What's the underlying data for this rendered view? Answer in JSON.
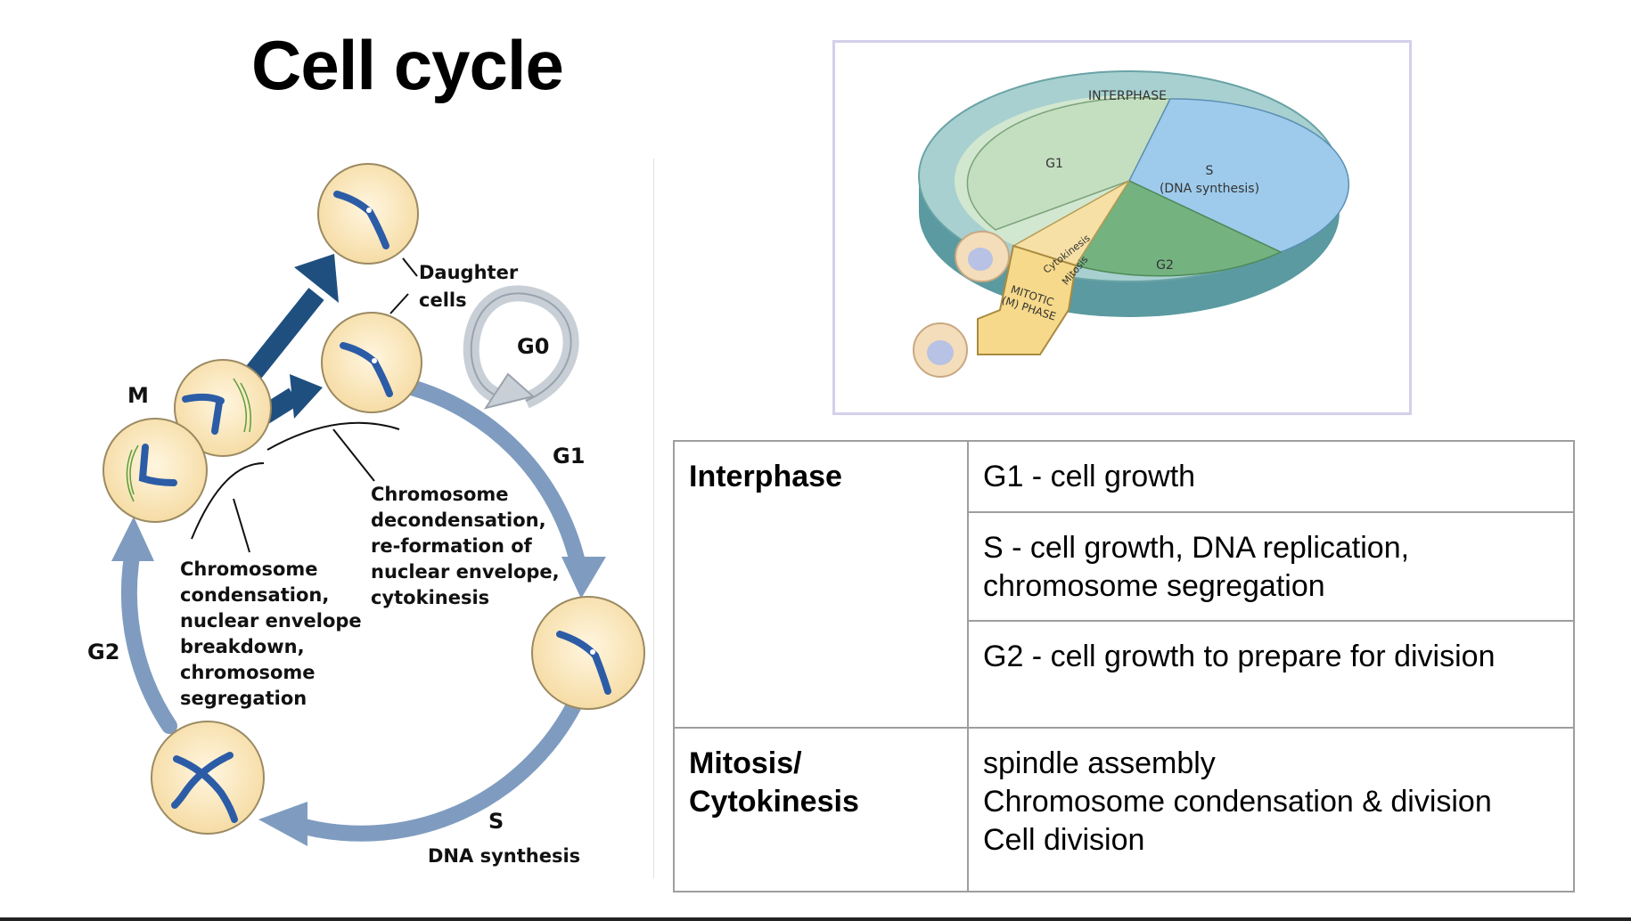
{
  "title": "Cell cycle",
  "cycle_diagram": {
    "daughter_label": [
      "Daughter",
      "cells"
    ],
    "g0": "G0",
    "m": "M",
    "g1": "G1",
    "g2": "G2",
    "s": "S",
    "s_sub": "DNA synthesis",
    "note_condensation": [
      "Chromosome",
      "condensation,",
      "nuclear envelope",
      "breakdown,",
      "chromosome",
      "segregation"
    ],
    "note_decondensation": [
      "Chromosome",
      "decondensation,",
      "re-formation of",
      "nuclear envelope,",
      "cytokinesis"
    ]
  },
  "pie_diagram": {
    "interphase": "INTERPHASE",
    "g1": "G1",
    "s": "S",
    "s_sub": "(DNA synthesis)",
    "g2": "G2",
    "mitotic": [
      "MITOTIC",
      "(M) PHASE"
    ],
    "cytokinesis": "Cytokinesis",
    "mitosis": "Mitosis"
  },
  "phase_table": {
    "interphase": "Interphase",
    "g1_desc": "G1 - cell growth",
    "s_desc": [
      "S - cell growth, DNA replication,",
      "chromosome segregation"
    ],
    "g2_desc": "G2 - cell growth to prepare for division",
    "mitosis_head": [
      "Mitosis/",
      "Cytokinesis"
    ],
    "mitosis_desc": [
      "spindle assembly",
      "Chromosome condensation & division",
      "Cell division"
    ]
  },
  "colors": {
    "cell_fill": "#fbe7bd",
    "chromosome": "#2d5ca6",
    "arrow_blue": "#7f9cc0",
    "arrow_dark": "#1f4f7f",
    "g0_arrow": "#c8cfd6",
    "pie_g1": "#c4dfc0",
    "pie_s": "#9ecbec",
    "pie_g2": "#74b27f",
    "pie_ring": "#a8d0d0"
  }
}
